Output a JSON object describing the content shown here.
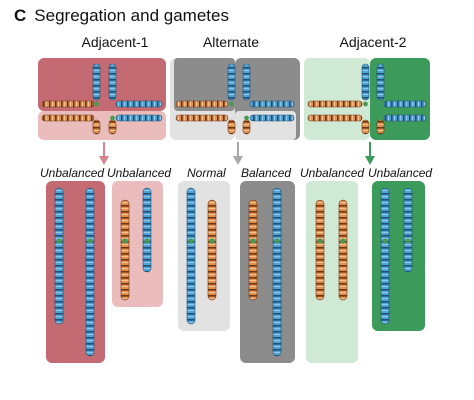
{
  "panel": {
    "letter": "C",
    "title": "Segregation and gametes"
  },
  "columns": [
    {
      "heading": "Adjacent-1",
      "arrow_color": "#d9838a"
    },
    {
      "heading": "Alternate",
      "arrow_color": "#a9a9a9"
    },
    {
      "heading": "Adjacent-2",
      "arrow_color": "#3c9a5a"
    }
  ],
  "gametes": [
    {
      "label": "Unbalanced",
      "box_color": "#c46a72"
    },
    {
      "label": "Unbalanced",
      "box_color": "#ebbcbc"
    },
    {
      "label": "Normal",
      "box_color": "#e2e2e2"
    },
    {
      "label": "Balanced",
      "box_color": "#8c8c8c"
    },
    {
      "label": "Unbalanced",
      "box_color": "#cfe9d4"
    },
    {
      "label": "Unbalanced",
      "box_color": "#3c9a5a"
    }
  ],
  "colors": {
    "blue_chromosome": "#3b8fc4",
    "orange_chromosome": "#d9864a",
    "centromere": "#4a9a56"
  }
}
